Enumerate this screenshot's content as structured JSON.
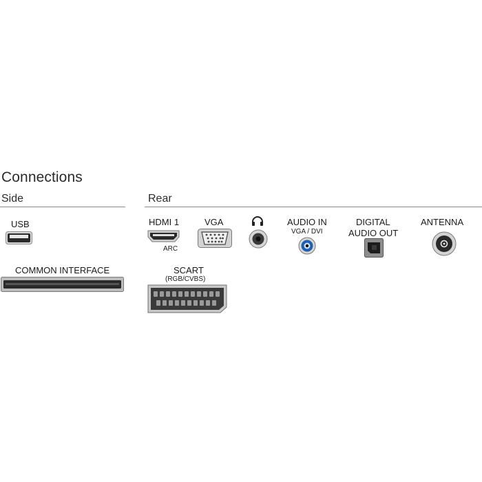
{
  "heading": "Connections",
  "side": {
    "title": "Side",
    "usb_label": "USB",
    "ci_label": "COMMON INTERFACE"
  },
  "rear": {
    "title": "Rear",
    "hdmi_label": "HDMI 1",
    "hdmi_sub": "ARC",
    "vga_label": "VGA",
    "audio_in_label": "AUDIO IN",
    "audio_in_sub": "VGA / DVI",
    "digital_label_1": "DIGITAL",
    "digital_label_2": "AUDIO OUT",
    "antenna_label": "ANTENNA",
    "scart_label": "SCART",
    "scart_sub": "(RGB/CVBS)"
  },
  "colors": {
    "port_frame": "#8c8c8c",
    "port_dark": "#2a2a2a",
    "audio_in_ring": "#1f5fb0"
  }
}
